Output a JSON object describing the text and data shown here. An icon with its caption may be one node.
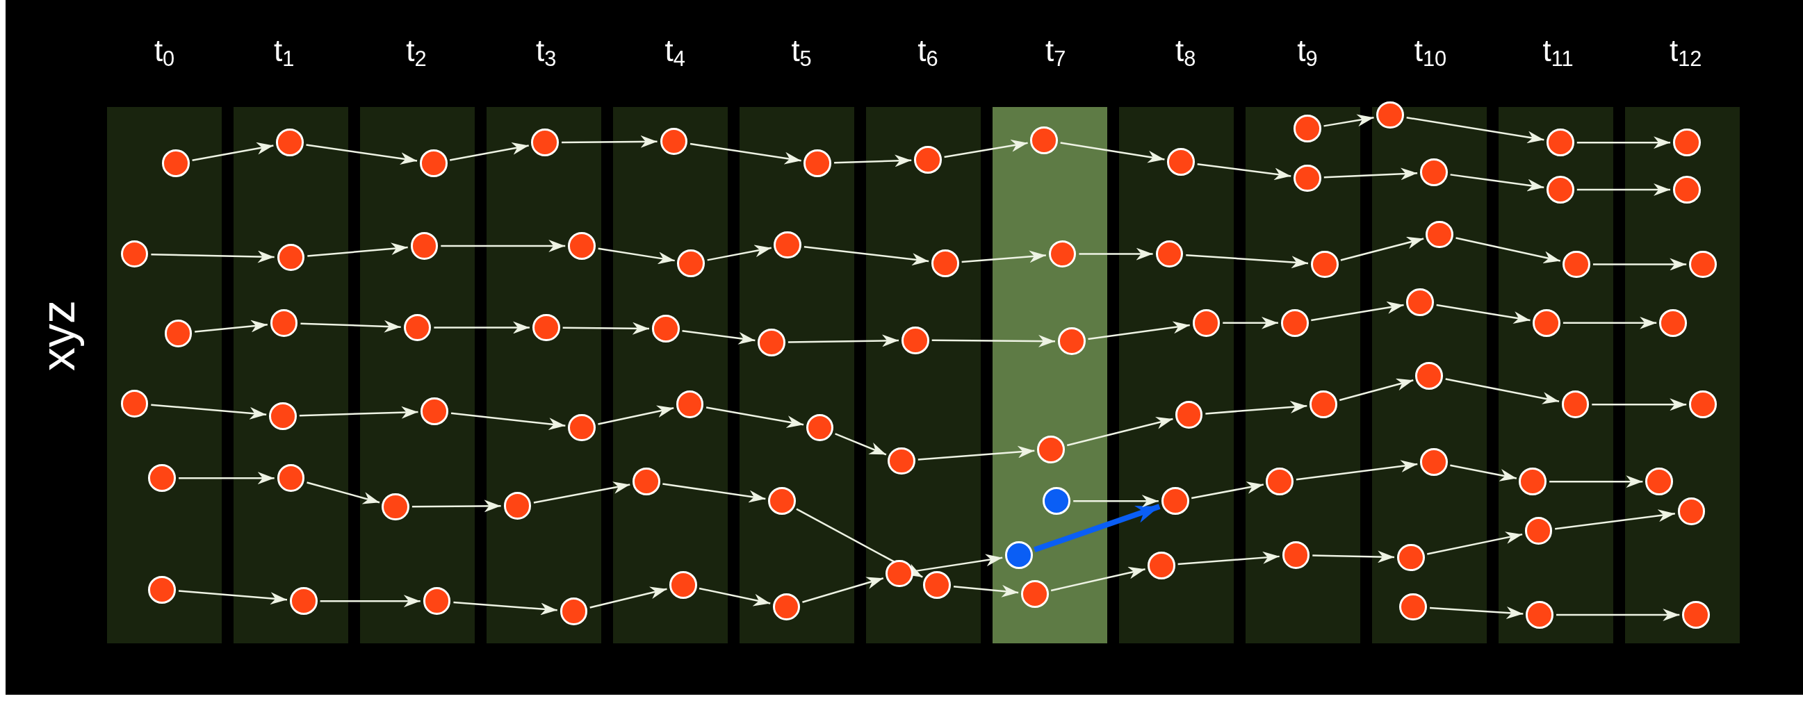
{
  "diagram": {
    "nodes": [
      {
        "text": [],
        "shape": "circle"
      },
      {
        "text": [],
        "shape": "circle"
      },
      {
        "text": [],
        "shape": "circle"
      },
      {
        "text": [],
        "shape": "circle"
      },
      {
        "text": [],
        "shape": "circle"
      },
      {
        "text": [],
        "shape": "circle"
      },
      {
        "text": [],
        "shape": "circle"
      },
      {
        "text": [],
        "shape": "circle"
      },
      {
        "text": [],
        "shape": "circle"
      },
      {
        "text": [],
        "shape": "circle"
      },
      {
        "text": [],
        "shape": "circle"
      },
      {
        "text": [],
        "shape": "circle"
      },
      {
        "text": [],
        "shape": "circle"
      },
      {
        "text": [],
        "shape": "circle"
      },
      {
        "text": [],
        "shape": "circle"
      },
      {
        "text": [],
        "shape": "circle"
      },
      {
        "text": [],
        "shape": "circle"
      },
      {
        "text": [],
        "shape": "circle"
      },
      {
        "text": [],
        "shape": "circle"
      },
      {
        "text": [],
        "shape": "circle"
      },
      {
        "text": [],
        "shape": "circle"
      },
      {
        "text": [],
        "shape": "circle"
      },
      {
        "text": [],
        "shape": "circle"
      },
      {
        "text": [],
        "shape": "circle"
      },
      {
        "text": [],
        "shape": "circle"
      },
      {
        "text": [],
        "shape": "circle"
      },
      {
        "text": [],
        "shape": "circle"
      },
      {
        "text": [],
        "shape": "circle"
      },
      {
        "text": [],
        "shape": "circle"
      },
      {
        "text": [],
        "shape": "circle"
      },
      {
        "text": [],
        "shape": "circle"
      },
      {
        "text": [],
        "shape": "circle"
      },
      {
        "text": [],
        "shape": "circle"
      },
      {
        "text": [],
        "shape": "circle"
      },
      {
        "text": [],
        "shape": "circle"
      },
      {
        "text": [],
        "shape": "circle"
      },
      {
        "text": [],
        "shape": "circle"
      },
      {
        "text": [],
        "shape": "circle"
      },
      {
        "text": [],
        "shape": "circle"
      },
      {
        "text": [],
        "shape": "circle"
      },
      {
        "text": [],
        "shape": "circle"
      },
      {
        "text": [],
        "shape": "circle"
      },
      {
        "text": [],
        "shape": "circle"
      },
      {
        "text": [],
        "shape": "circle"
      },
      {
        "text": [],
        "shape": "circle"
      },
      {
        "text": [],
        "shape": "circle"
      },
      {
        "text": [],
        "shape": "circle"
      },
      {
        "text": [],
        "shape": "circle"
      },
      {
        "text": [],
        "shape": "circle"
      },
      {
        "text": [],
        "shape": "circle"
      },
      {
        "text": [],
        "shape": "circle"
      },
      {
        "text": [],
        "shape": "circle"
      },
      {
        "text": [],
        "shape": "circle"
      },
      {
        "text": [],
        "shape": "circle"
      },
      {
        "text": [],
        "shape": "circle"
      },
      {
        "text": [],
        "shape": "circle"
      },
      {
        "text": [],
        "shape": "circle"
      },
      {
        "text": [],
        "shape": "circle"
      },
      {
        "text": [],
        "shape": "circle"
      },
      {
        "text": [],
        "shape": "circle"
      },
      {
        "text": [],
        "shape": "circle"
      },
      {
        "text": [],
        "shape": "circle"
      },
      {
        "text": [],
        "shape": "circle"
      },
      {
        "text": [],
        "shape": "circle"
      },
      {
        "text": [],
        "shape": "circle"
      },
      {
        "text": [],
        "shape": "circle"
      },
      {
        "text": [],
        "shape": "circle"
      },
      {
        "text": [],
        "shape": "circle"
      },
      {
        "text": [],
        "shape": "circle"
      },
      {
        "text": [],
        "shape": "circle"
      },
      {
        "text": [],
        "shape": "circle"
      },
      {
        "text": [],
        "shape": "circle"
      },
      {
        "text": [],
        "shape": "circle"
      },
      {
        "text": [],
        "shape": "circle"
      },
      {
        "text": [],
        "shape": "circle"
      },
      {
        "text": [],
        "shape": "circle"
      },
      {
        "text": [],
        "shape": "circle"
      },
      {
        "text": [],
        "shape": "circle"
      },
      {
        "text": [],
        "shape": "circle"
      },
      {
        "text": [],
        "shape": "circle"
      },
      {
        "text": [],
        "shape": "circle"
      },
      {
        "text": [],
        "shape": "circle"
      },
      {
        "text": [],
        "shape": "circle"
      },
      {
        "text": [],
        "shape": "circle"
      },
      {
        "text": [],
        "shape": "circle"
      },
      {
        "text": [],
        "shape": "circle"
      }
    ],
    "edges": [
      {
        "from": 0,
        "to": 1,
        "arrow": "to"
      },
      {
        "from": 1,
        "to": 2,
        "arrow": "to"
      },
      {
        "from": 2,
        "to": 3,
        "arrow": "to"
      },
      {
        "from": 3,
        "to": 4,
        "arrow": "to"
      },
      {
        "from": 4,
        "to": 5,
        "arrow": "to"
      },
      {
        "from": 5,
        "to": 6,
        "arrow": "to"
      },
      {
        "from": 6,
        "to": 7,
        "arrow": "to"
      },
      {
        "from": 7,
        "to": 8,
        "arrow": "to"
      },
      {
        "from": 8,
        "to": 9,
        "arrow": "to"
      },
      {
        "from": 9,
        "to": 10,
        "arrow": "to"
      },
      {
        "from": 10,
        "to": 11,
        "arrow": "to"
      },
      {
        "from": 11,
        "to": 12,
        "arrow": "to"
      },
      {
        "from": 13,
        "to": 14,
        "arrow": "to"
      },
      {
        "from": 14,
        "to": 15,
        "arrow": "to"
      },
      {
        "from": 15,
        "to": 16,
        "arrow": "to"
      },
      {
        "from": 17,
        "to": 18,
        "arrow": "to"
      },
      {
        "from": 18,
        "to": 19,
        "arrow": "to"
      },
      {
        "from": 19,
        "to": 20,
        "arrow": "to"
      },
      {
        "from": 20,
        "to": 21,
        "arrow": "to"
      },
      {
        "from": 21,
        "to": 22,
        "arrow": "to"
      },
      {
        "from": 22,
        "to": 23,
        "arrow": "to"
      },
      {
        "from": 23,
        "to": 24,
        "arrow": "to"
      },
      {
        "from": 24,
        "to": 25,
        "arrow": "to"
      },
      {
        "from": 25,
        "to": 26,
        "arrow": "to"
      },
      {
        "from": 26,
        "to": 27,
        "arrow": "to"
      },
      {
        "from": 27,
        "to": 28,
        "arrow": "to"
      },
      {
        "from": 28,
        "to": 29,
        "arrow": "to"
      },
      {
        "from": 30,
        "to": 31,
        "arrow": "to"
      },
      {
        "from": 31,
        "to": 32,
        "arrow": "to"
      },
      {
        "from": 32,
        "to": 33,
        "arrow": "to"
      },
      {
        "from": 33,
        "to": 34,
        "arrow": "to"
      },
      {
        "from": 34,
        "to": 35,
        "arrow": "to"
      },
      {
        "from": 35,
        "to": 36,
        "arrow": "to"
      },
      {
        "from": 36,
        "to": 37,
        "arrow": "to"
      },
      {
        "from": 37,
        "to": 38,
        "arrow": "to"
      },
      {
        "from": 38,
        "to": 39,
        "arrow": "to"
      },
      {
        "from": 39,
        "to": 40,
        "arrow": "to"
      },
      {
        "from": 40,
        "to": 41,
        "arrow": "to"
      },
      {
        "from": 41,
        "to": 42,
        "arrow": "to"
      },
      {
        "from": 43,
        "to": 44,
        "arrow": "to"
      },
      {
        "from": 44,
        "to": 45,
        "arrow": "to"
      },
      {
        "from": 45,
        "to": 46,
        "arrow": "to"
      },
      {
        "from": 46,
        "to": 47,
        "arrow": "to"
      },
      {
        "from": 47,
        "to": 48,
        "arrow": "to"
      },
      {
        "from": 48,
        "to": 49,
        "arrow": "to"
      },
      {
        "from": 49,
        "to": 50,
        "arrow": "to"
      },
      {
        "from": 50,
        "to": 51,
        "arrow": "to"
      },
      {
        "from": 51,
        "to": 52,
        "arrow": "to"
      },
      {
        "from": 52,
        "to": 53,
        "arrow": "to"
      },
      {
        "from": 53,
        "to": 54,
        "arrow": "to"
      },
      {
        "from": 54,
        "to": 55,
        "arrow": "to"
      },
      {
        "from": 56,
        "to": 57,
        "arrow": "to"
      },
      {
        "from": 57,
        "to": 58,
        "arrow": "to"
      },
      {
        "from": 58,
        "to": 59,
        "arrow": "to"
      },
      {
        "from": 59,
        "to": 60,
        "arrow": "to"
      },
      {
        "from": 60,
        "to": 61,
        "arrow": "to"
      },
      {
        "from": 61,
        "to": 62,
        "arrow": "to"
      },
      {
        "from": 62,
        "to": 63,
        "arrow": "to"
      },
      {
        "from": 63,
        "to": 64,
        "arrow": "to"
      },
      {
        "from": 64,
        "to": 65,
        "arrow": "to"
      },
      {
        "from": 65,
        "to": 66,
        "arrow": "to"
      },
      {
        "from": 66,
        "to": 67,
        "arrow": "to"
      },
      {
        "from": 67,
        "to": 68,
        "arrow": "to"
      },
      {
        "from": 69,
        "to": 70,
        "arrow": "to"
      },
      {
        "from": 70,
        "to": 71,
        "arrow": "to"
      },
      {
        "from": 71,
        "to": 72,
        "arrow": "to"
      },
      {
        "from": 72,
        "to": 73,
        "arrow": "to"
      },
      {
        "from": 73,
        "to": 74,
        "arrow": "to"
      },
      {
        "from": 74,
        "to": 75,
        "arrow": "to"
      },
      {
        "from": 75,
        "to": 76,
        "arrow": "to"
      },
      {
        "from": 76,
        "to": 78,
        "arrow": "to",
        "style": "thick",
        "color": "#0a5ef5"
      },
      {
        "from": 77,
        "to": 78,
        "arrow": "to"
      },
      {
        "from": 78,
        "to": 79,
        "arrow": "to"
      },
      {
        "from": 79,
        "to": 80,
        "arrow": "to"
      },
      {
        "from": 80,
        "to": 81,
        "arrow": "to"
      },
      {
        "from": 81,
        "to": 82,
        "arrow": "to"
      },
      {
        "from": 83,
        "to": 84,
        "arrow": "to"
      },
      {
        "from": 84,
        "to": 85,
        "arrow": "to"
      }
    ],
    "labels": [
      "t$_{0}$",
      "t$_{1}$",
      "t$_{2}$",
      "t$_{3}$",
      "t$_{4}$",
      "t$_{5}$",
      "t$_{6}$",
      "t$_{7}$",
      "t$_{8}$",
      "t$_{9}$",
      "t$_{10}$",
      "t$_{11}$",
      "t$_{12}$",
      "xyz"
    ]
  }
}
